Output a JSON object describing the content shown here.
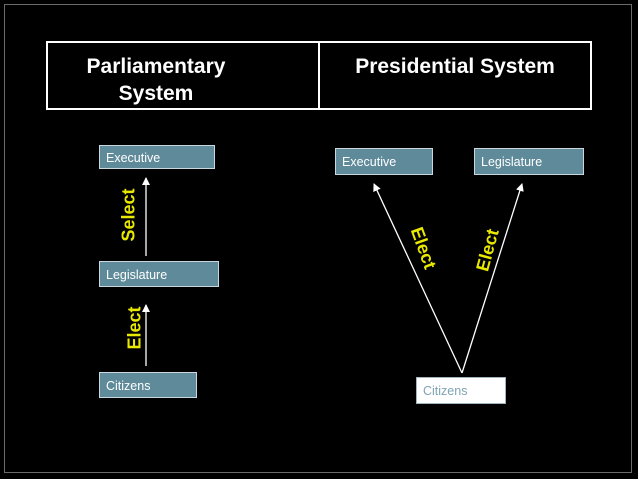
{
  "header": {
    "left_title": "Parliamentary System",
    "right_title": "Presidential System"
  },
  "parliamentary": {
    "executive": "Executive",
    "legislature": "Legislature",
    "citizens": "Citizens",
    "select_label": "Select",
    "elect_label": "Elect"
  },
  "presidential": {
    "executive": "Executive",
    "legislature": "Legislature",
    "citizens": "Citizens",
    "elect_left_label": "Elect",
    "elect_right_label": "Elect"
  },
  "colors": {
    "background": "#000000",
    "box_fill": "#5f8a9a",
    "label_yellow": "#e8e800",
    "line": "#ffffff"
  }
}
